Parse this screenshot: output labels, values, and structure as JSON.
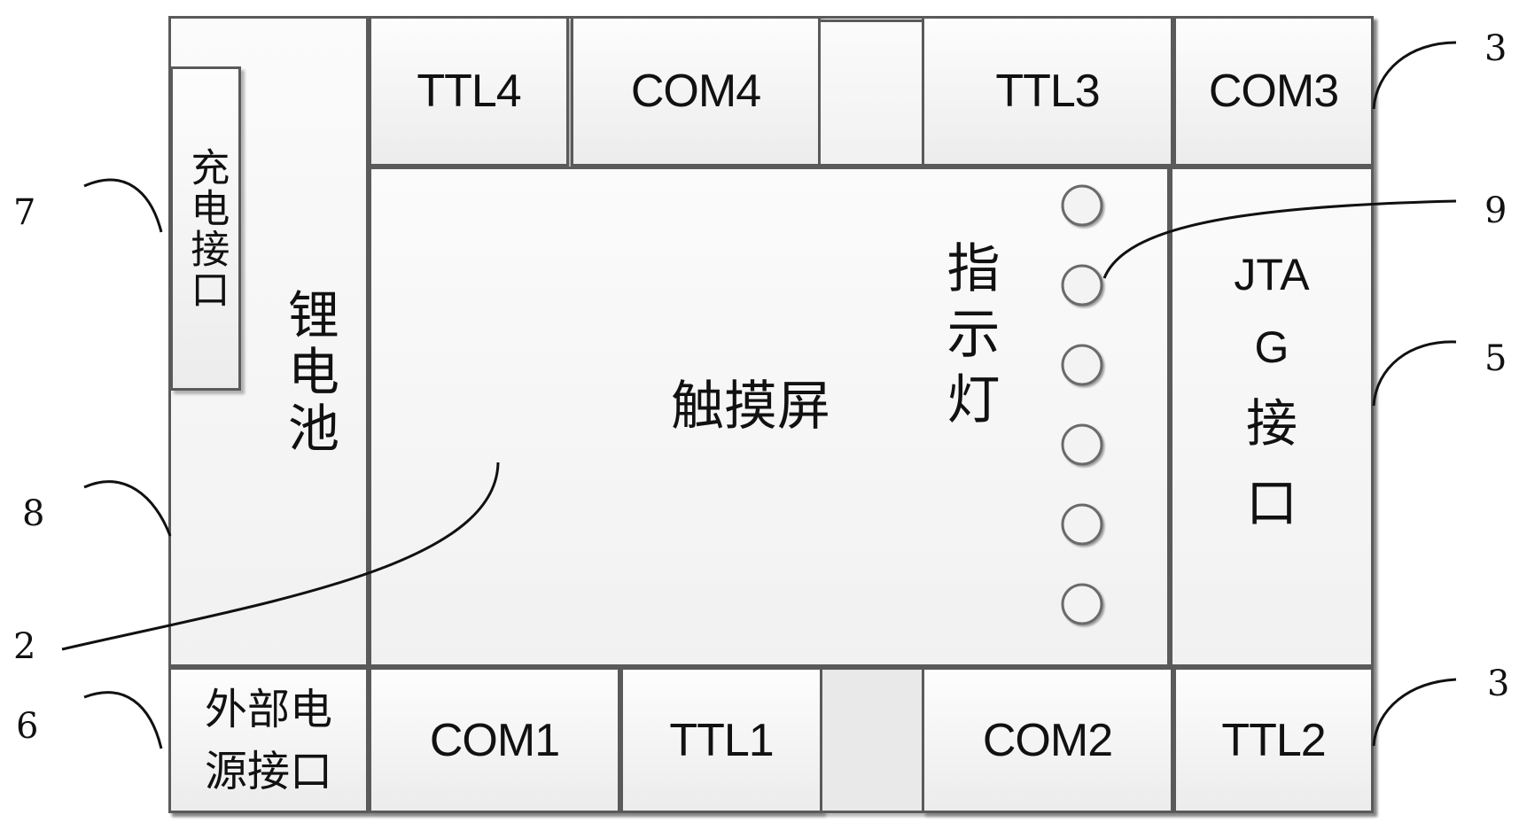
{
  "top_ports": {
    "ttl4": "TTL4",
    "com4": "COM4",
    "ttl3": "TTL3",
    "com3": "COM3"
  },
  "bottom_ports": {
    "com1": "COM1",
    "ttl1": "TTL1",
    "com2": "COM2",
    "ttl2": "TTL2"
  },
  "charge_port": "充电接口",
  "lithium_battery": "锂电池",
  "touch_screen": "触摸屏",
  "indicator": "指示灯",
  "jtag_lines": [
    "JTA",
    "G",
    "接",
    "口"
  ],
  "external_power_lines": [
    "外部电",
    "源接口"
  ],
  "callouts": {
    "n7": "7",
    "n8": "8",
    "n2": "2",
    "n6": "6",
    "n3_top": "3",
    "n9": "9",
    "n5": "5",
    "n3_bottom": "3"
  },
  "indicator_led_count": 6
}
